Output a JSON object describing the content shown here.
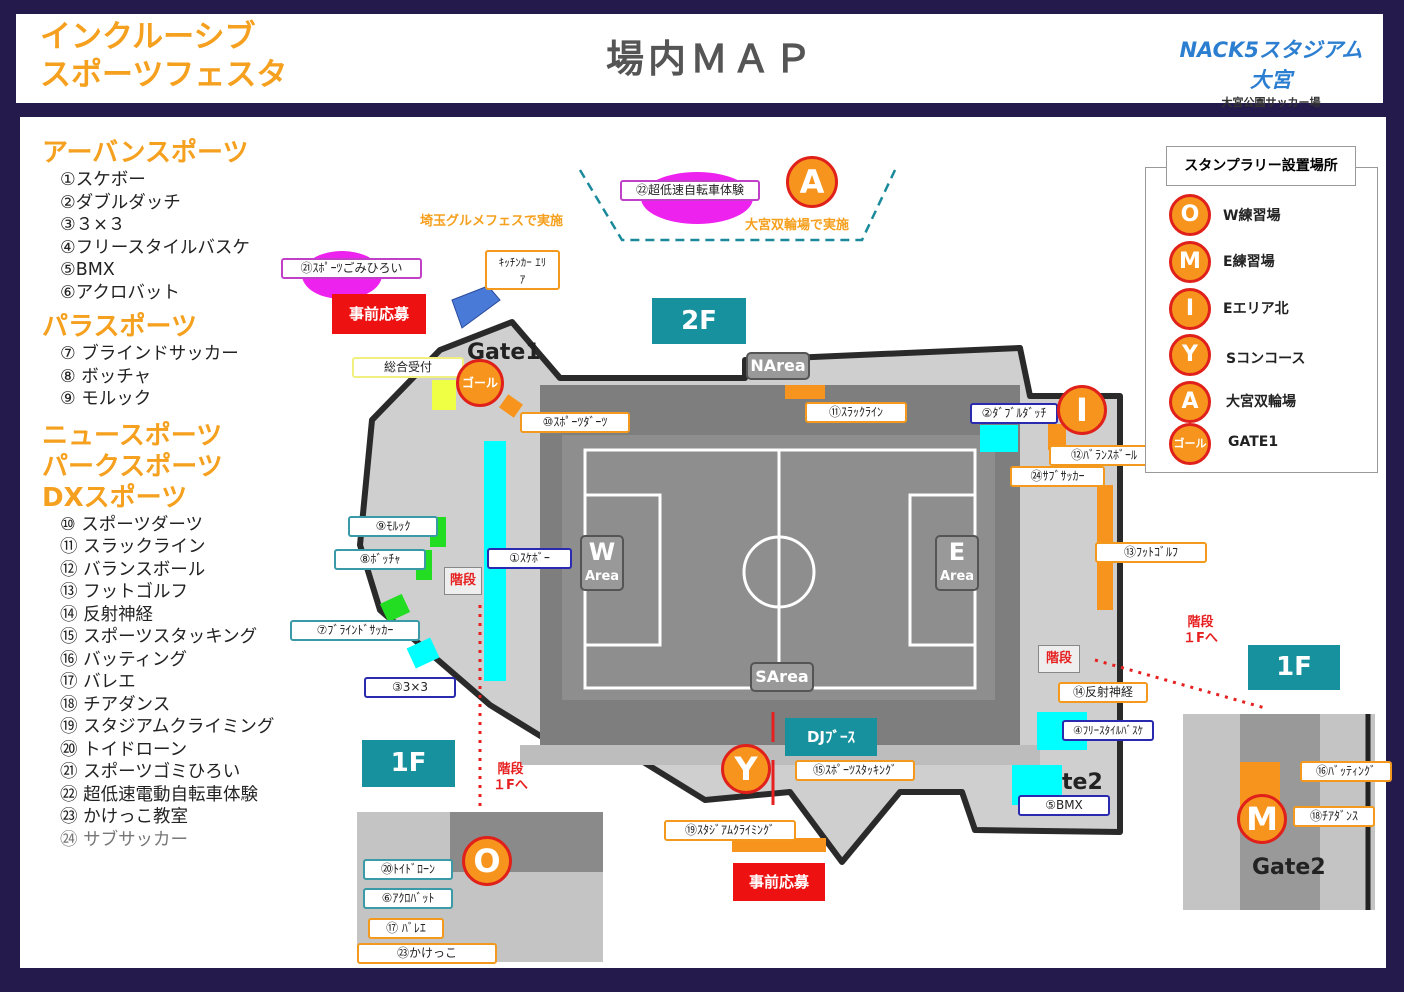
{
  "header": {
    "event_title_line1": "インクルーシブ",
    "event_title_line2": "スポーツフェスタ",
    "page_title": "場内ＭＡＰ",
    "logo_line1": "NACK5スタジアム大宮",
    "logo_line2": "大宮公園サッカー場"
  },
  "sports_list": [
    {
      "category": "アーバンスポーツ",
      "items": [
        "①スケボー",
        "②ダブルダッチ",
        "③３×３",
        "④フリースタイルバスケ",
        "⑤BMX",
        "⑥アクロバット"
      ]
    },
    {
      "category": "パラスポーツ",
      "items": [
        "⑦ ブラインドサッカー",
        "⑧ ボッチャ",
        "⑨ モルック"
      ]
    },
    {
      "category": "ニュースポーツ",
      "items": []
    },
    {
      "category": "パークスポーツ",
      "items": []
    },
    {
      "category": "DXスポーツ",
      "items": [
        "⑩ スポーツダーツ",
        "⑪ スラックライン",
        "⑫ バランスボール",
        "⑬ フットゴルフ",
        "⑭ 反射神経",
        "⑮ スポーツスタッキング",
        "⑯ バッティング",
        "⑰ バレエ",
        "⑱ チアダンス",
        "⑲ スタジアムクライミング",
        "⑳ トイドローン",
        "㉑ スポーツゴミひろい",
        "㉒ 超低速電動自転車体験",
        "㉓ かけっこ教室",
        "㉔ サブサッカー"
      ]
    }
  ],
  "map": {
    "notes": {
      "saitama_gourmet": "埼玉グルメフェスで実施",
      "omiya_velodrome": "大宮双輪場で実施",
      "stairs": "階段",
      "stairs_to_1f_line1": "階段",
      "stairs_to_1f_line2": "１Fへ",
      "advance_entry": "事前応募"
    },
    "floors": {
      "f2": "2F",
      "f1": "1F"
    },
    "areas": {
      "n": [
        "N",
        "Area"
      ],
      "w": [
        "W",
        "Area"
      ],
      "e": [
        "E",
        "Area"
      ],
      "s": [
        "S",
        "Area"
      ],
      "gate1": "Gate1",
      "gate2": "Gate2",
      "gate2_partial": "te2"
    },
    "labels": {
      "l22": "㉒超低速自転車体験",
      "l21": "㉑ｽﾎﾟｰﾂごみひろい",
      "kitchen": "ｷｯﾁﾝｶｰ ｴﾘｱ",
      "reception": "総合受付",
      "goal": "ゴール",
      "l10": "⑩ｽﾎﾟｰﾂﾀﾞｰﾂ",
      "l11": "⑪ｽﾗｯｸﾗｲﾝ",
      "l2": "②ﾀﾞﾌﾞﾙﾀﾞｯﾁ",
      "l12": "⑫ﾊﾞﾗﾝｽﾎﾞｰﾙ",
      "l24": "㉔ｻﾌﾞｻｯｶｰ",
      "l13": "⑬ﾌｯﾄｺﾞﾙﾌ",
      "l9": "⑨ﾓﾙｯｸ",
      "l8": "⑧ﾎﾞｯﾁｬ",
      "l1": "①ｽｹﾎﾞｰ",
      "l7": "⑦ﾌﾞﾗｲﾝﾄﾞｻｯｶｰ",
      "l3": "③3×3",
      "l14": "⑭反射神経",
      "l4": "④ﾌﾘｰｽﾀｲﾙﾊﾞｽｹ",
      "l5": "⑤BMX",
      "dj": "DJﾌﾞｰｽ",
      "l15": "⑮ｽﾎﾟｰﾂｽﾀｯｷﾝｸﾞ",
      "l19": "⑲ｽﾀｼﾞｱﾑｸﾗｲﾐﾝｸﾞ",
      "l20": "⑳ﾄｲﾄﾞﾛｰﾝ",
      "l6": "⑥ｱｸﾛﾊﾞｯﾄ",
      "l17": "⑰ ﾊﾞﾚｴ",
      "l23": "㉓かけっこ",
      "l16": "⑯ﾊﾞｯﾃｨﾝｸﾞ",
      "l18": "⑱ﾁｱﾀﾞﾝｽ"
    },
    "markers": {
      "a": "A",
      "i": "I",
      "y": "Y",
      "o": "O",
      "m": "M"
    }
  },
  "legend": {
    "title": "スタンプラリー設置場所",
    "items": [
      {
        "mark": "O",
        "label": "W練習場"
      },
      {
        "mark": "M",
        "label": "E練習場"
      },
      {
        "mark": "I",
        "label": "Eエリア北"
      },
      {
        "mark": "Y",
        "label": "Sコンコース"
      },
      {
        "mark": "A",
        "label": "大宮双輪場"
      },
      {
        "mark": "ゴール",
        "label": "GATE1"
      }
    ]
  },
  "colors": {
    "accent_orange": "#f7941d",
    "marker_border": "#e0201a",
    "floor_teal": "#17919e",
    "booth_cyan": "#00ffff",
    "background": "#241a4c"
  }
}
